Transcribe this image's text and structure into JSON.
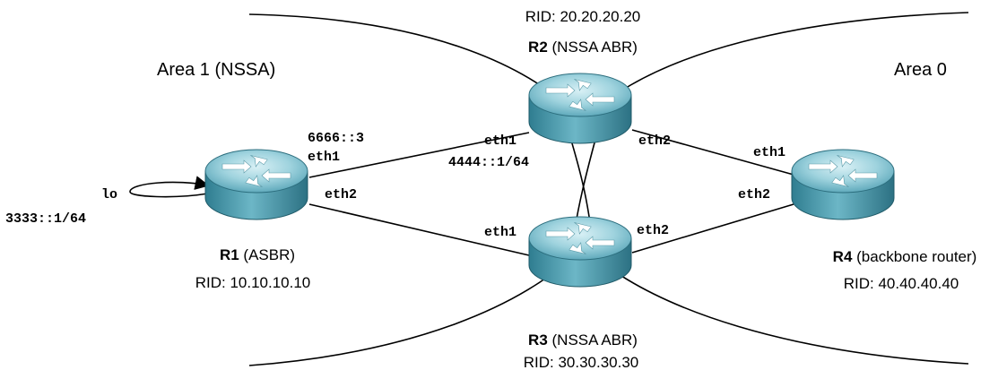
{
  "areas": {
    "left": "Area 1 (NSSA)",
    "right": "Area 0"
  },
  "routers": {
    "r1": {
      "name": "R1",
      "role": "(ASBR)",
      "rid": "RID: 10.10.10.10"
    },
    "r2": {
      "name": "R2",
      "role": "(NSSA ABR)",
      "rid": "RID: 20.20.20.20"
    },
    "r3": {
      "name": "R3",
      "role": "(NSSA ABR)",
      "rid": "RID: 30.30.30.30"
    },
    "r4": {
      "name": "R4",
      "role": "(backbone router)",
      "rid": "RID: 40.40.40.40"
    }
  },
  "interfaces": {
    "r1_lo": "lo",
    "r1_lo_addr": "3333::1/64",
    "r1_eth1": "eth1",
    "r1_eth1_addr": "6666::3",
    "r1_eth2": "eth2",
    "r2_eth1": "eth1",
    "r2_eth1_addr": "4444::1/64",
    "r2_eth2": "eth2",
    "r3_eth1": "eth1",
    "r3_eth2": "eth2",
    "r4_eth1": "eth1",
    "r4_eth2": "eth2"
  },
  "icons": {
    "router": "router-icon"
  },
  "colors": {
    "router_top": "#9fd3de",
    "router_side": "#3d8fa2",
    "arrow": "#ffffff"
  }
}
